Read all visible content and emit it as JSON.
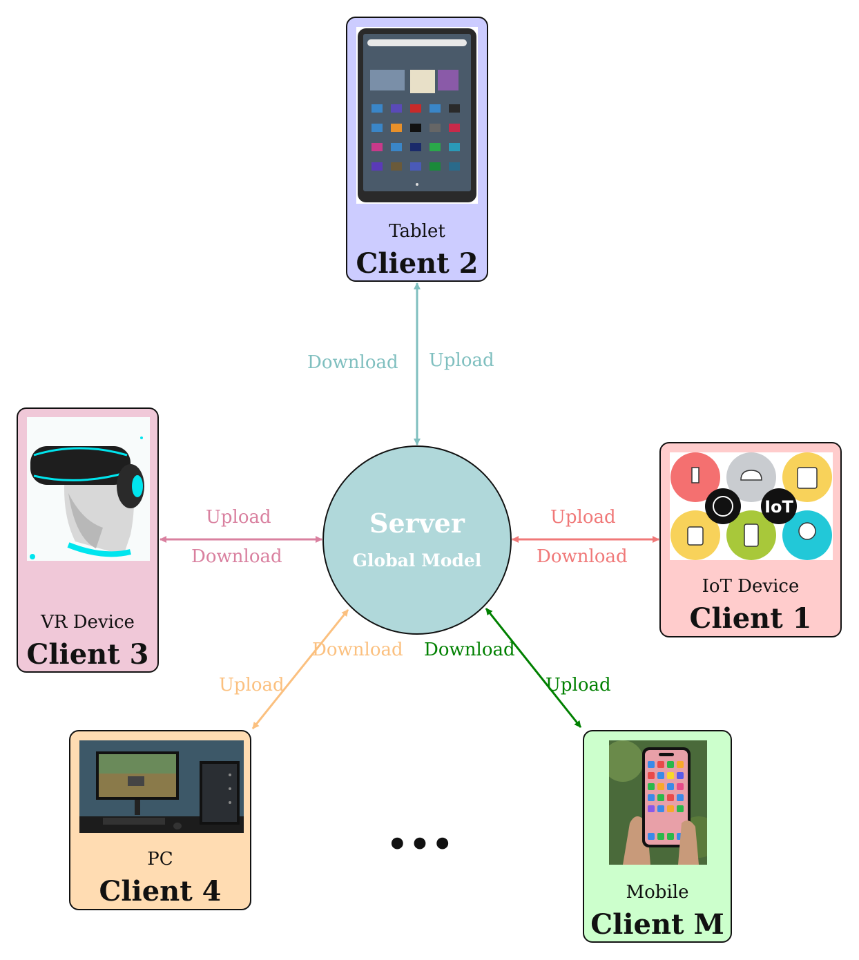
{
  "server": {
    "title": "Server",
    "subtitle": "Global Model",
    "color": "#b0d8da"
  },
  "clients": [
    {
      "id": "client-2",
      "device": "Tablet",
      "name": "Client 2",
      "color": "#ccccff",
      "image": "tablet-image"
    },
    {
      "id": "client-3",
      "device": "VR Device",
      "name": "Client 3",
      "color": "#f0c8d8",
      "image": "vr-headset-image"
    },
    {
      "id": "client-1",
      "device": "IoT Device",
      "name": "Client 1",
      "color": "#ffcccc",
      "image": "iot-icons-image"
    },
    {
      "id": "client-4",
      "device": "PC",
      "name": "Client 4",
      "color": "#ffdcb2",
      "image": "gaming-pc-image"
    },
    {
      "id": "client-m",
      "device": "Mobile",
      "name": "Client M",
      "color": "#ccffcc",
      "image": "smartphone-image"
    }
  ],
  "links": {
    "tablet": {
      "upload": "Upload",
      "download": "Download",
      "color": "#7fbfbf"
    },
    "vr": {
      "upload": "Upload",
      "download": "Download",
      "color": "#d9809f"
    },
    "iot": {
      "upload": "Upload",
      "download": "Download",
      "color": "#f07878"
    },
    "pc": {
      "upload": "Upload",
      "download": "Download",
      "color": "#fbc07f"
    },
    "mobile": {
      "upload": "Upload",
      "download": "Download",
      "color": "#008000"
    }
  },
  "ellipsis": "•••",
  "iot_badge": "IoT"
}
